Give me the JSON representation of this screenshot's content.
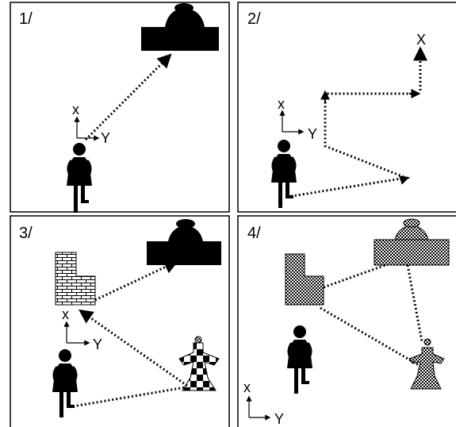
{
  "colors": {
    "ink": "#000000",
    "background": "#ffffff"
  },
  "panels": [
    {
      "number": "1/",
      "axis": {
        "x": "x",
        "y": "Y"
      }
    },
    {
      "number": "2/",
      "axis": {
        "x": "x",
        "y": "Y"
      },
      "target_label": "X"
    },
    {
      "number": "3/",
      "axis": {
        "x": "x",
        "y": "Y"
      }
    },
    {
      "number": "4/",
      "axis": {
        "x": "x",
        "y": "Y"
      }
    }
  ]
}
